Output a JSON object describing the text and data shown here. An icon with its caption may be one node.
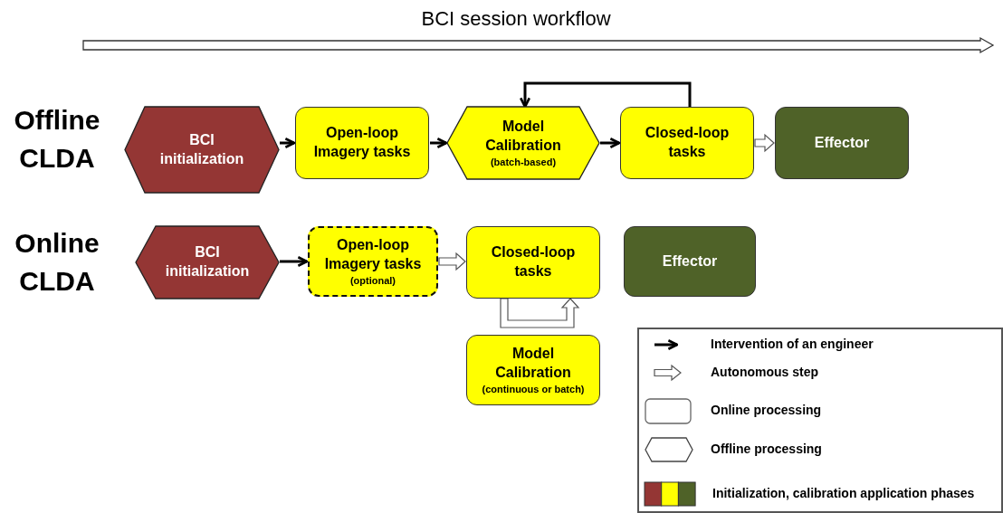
{
  "diagram": {
    "title": "BCI session workflow",
    "nodes": [
      {
        "text": [
          "BCI initialization"
        ]
      },
      {
        "text": [
          "Open-loop Imagery tasks"
        ]
      },
      {
        "text": [
          "Model Calibration",
          "(batch-based)"
        ]
      },
      {
        "text": [
          "Closed-loop tasks"
        ]
      },
      {
        "text": [
          "Effector"
        ]
      },
      {
        "text": [
          "BCI initialization"
        ]
      },
      {
        "text": [
          "Open-loop Imagery tasks",
          "(optional)"
        ]
      },
      {
        "text": [
          "Closed-loop tasks"
        ]
      },
      {
        "text": [
          "Effector"
        ]
      },
      {
        "text": [
          "Model Calibration",
          "(continuous or batch)"
        ]
      }
    ],
    "edges": [
      {
        "from": 0,
        "to": 1,
        "arrow": "to"
      },
      {
        "from": 1,
        "to": 2,
        "arrow": "to"
      },
      {
        "from": 2,
        "to": 3,
        "arrow": "to"
      },
      {
        "from": 3,
        "to": 2,
        "arrow": "to"
      },
      {
        "from": 3,
        "to": 4,
        "arrow": "to",
        "style": "thick"
      },
      {
        "from": 5,
        "to": 6,
        "arrow": "to"
      },
      {
        "from": 6,
        "to": 7,
        "arrow": "to",
        "style": "thick"
      },
      {
        "from": 7,
        "to": 7,
        "arrow": "to",
        "style": "thick"
      }
    ],
    "labels": [
      "Offline CLDA",
      "Online CLDA"
    ],
    "legend": [
      {
        "text": "Intervention of an engineer"
      },
      {
        "text": "Autonomous step"
      },
      {
        "text": "Online processing"
      },
      {
        "text": "Offline processing"
      },
      {
        "text": "Initialization, calibration application phases"
      }
    ]
  }
}
